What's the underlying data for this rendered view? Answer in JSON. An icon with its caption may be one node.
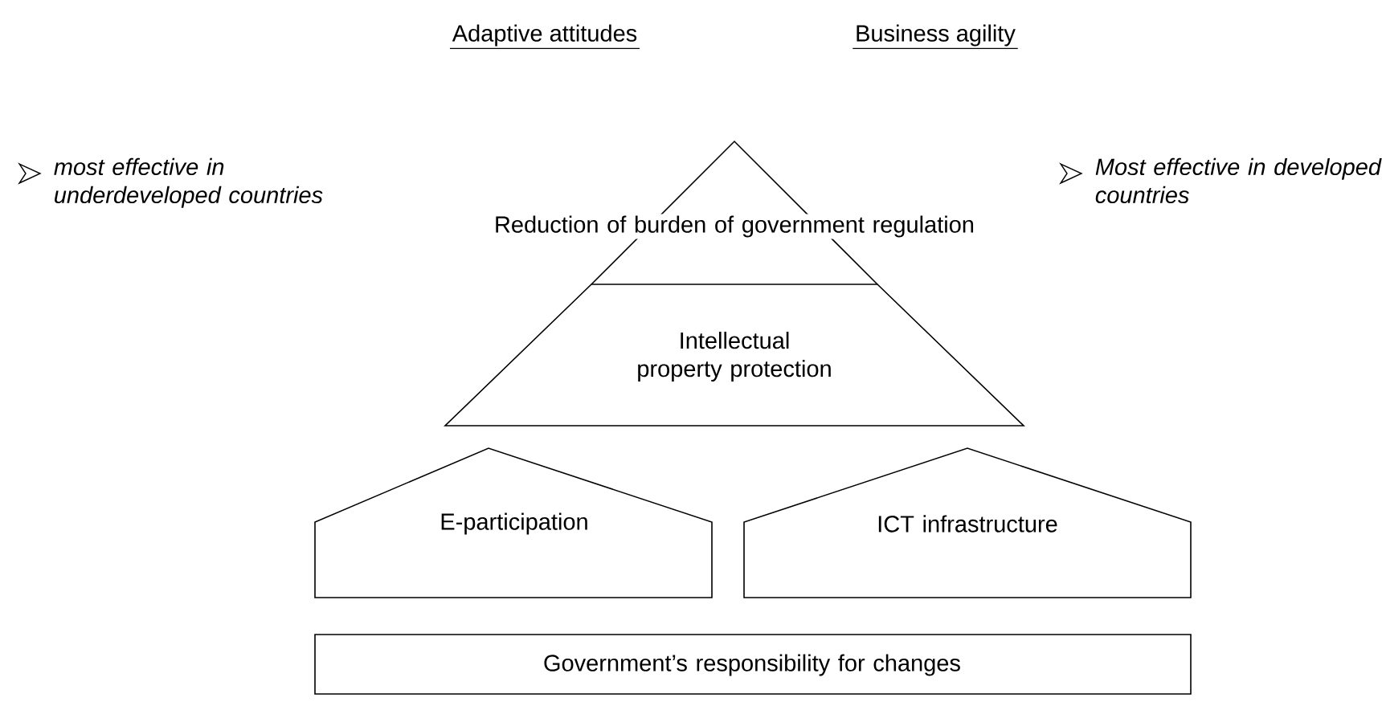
{
  "diagram": {
    "nodes": [
      {
        "text": [
          "Reduction of burden of government regulation"
        ]
      },
      {
        "text": [
          "Intellectual property protection"
        ]
      },
      {
        "text": [
          "E-participation"
        ]
      },
      {
        "text": [
          "ICT infrastructure"
        ]
      },
      {
        "text": [
          "Government’s responsibility for changes"
        ]
      }
    ],
    "labels": [
      "Adaptive attitudes",
      "Business agility",
      "most effective in underdeveloped countries",
      "Most effective in developed countries"
    ]
  }
}
